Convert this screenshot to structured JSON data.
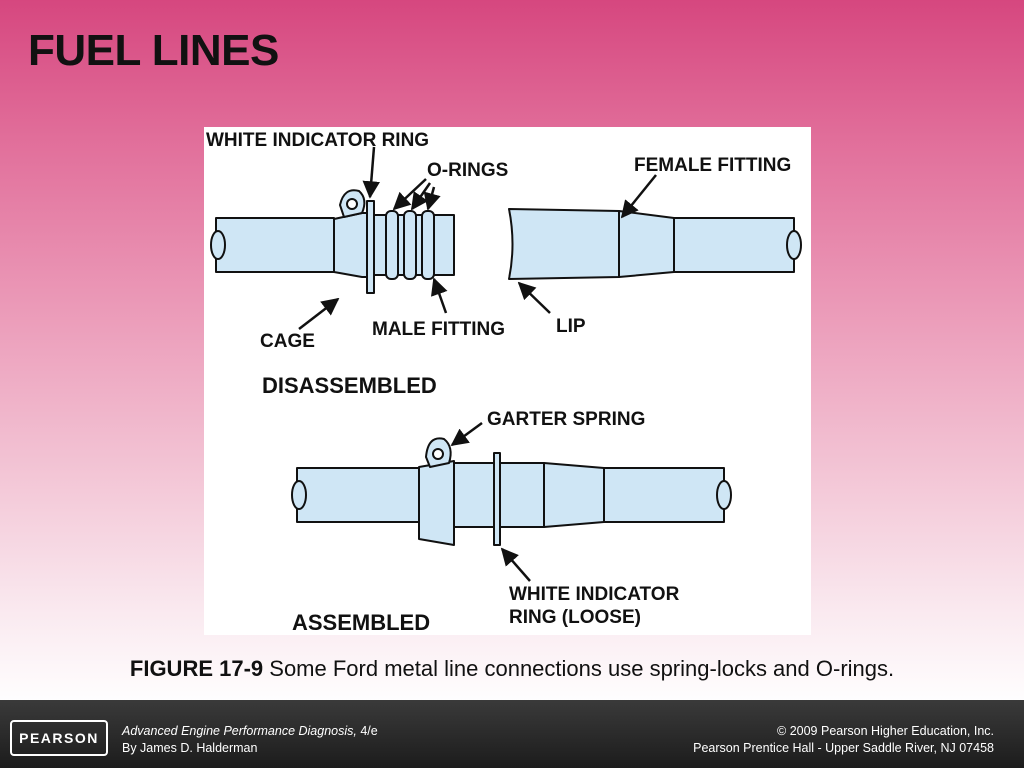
{
  "slide": {
    "title": "FUEL LINES"
  },
  "diagram": {
    "labels": {
      "white_indicator_ring": "WHITE INDICATOR RING",
      "o_rings": "O-RINGS",
      "female_fitting": "FEMALE FITTING",
      "cage": "CAGE",
      "male_fitting": "MALE FITTING",
      "lip": "LIP",
      "disassembled": "DISASSEMBLED",
      "garter_spring": "GARTER SPRING",
      "white_indicator_ring_loose_line1": "WHITE INDICATOR",
      "white_indicator_ring_loose_line2": "RING (LOOSE)",
      "assembled": "ASSEMBLED"
    },
    "colors": {
      "fitting_fill": "#cfe6f5",
      "outline": "#111111"
    }
  },
  "caption": {
    "figure_number": "FIGURE 17-9",
    "text": " Some Ford metal line connections use spring-locks and O-rings."
  },
  "footer": {
    "logo_text": "PEARSON",
    "book_title": "Advanced Engine Performance Diagnosis,",
    "edition": " 4/e",
    "author": "By James D. Halderman",
    "copyright": "© 2009 Pearson Higher Education, Inc.",
    "publisher": "Pearson Prentice Hall - Upper Saddle River, NJ 07458"
  }
}
